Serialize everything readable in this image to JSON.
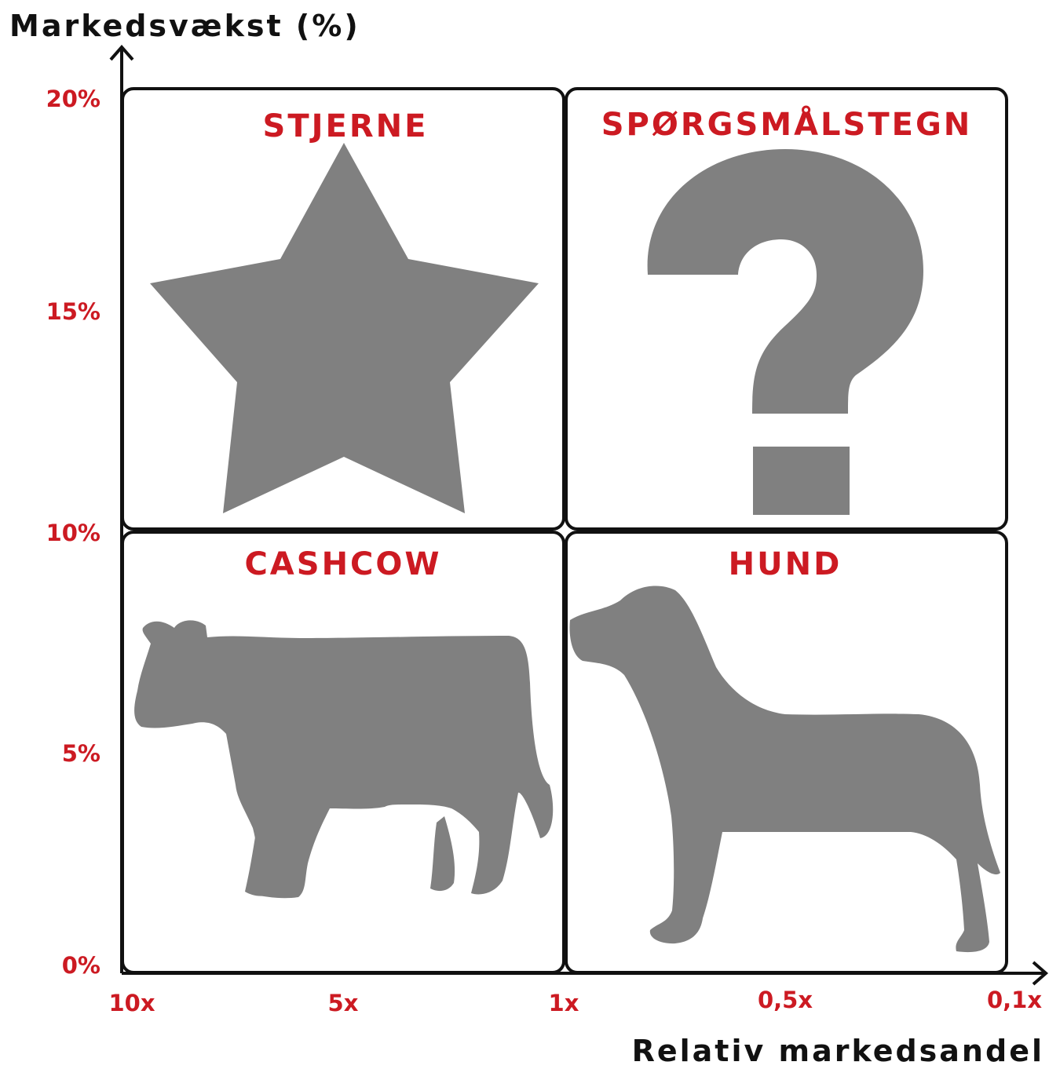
{
  "axes": {
    "y_title": "Markedsvækst (%)",
    "x_title": "Relativ markedsandel",
    "y_ticks": [
      "20%",
      "15%",
      "10%",
      "5%",
      "0%"
    ],
    "x_ticks": [
      "10x",
      "5x",
      "1x",
      "0,5x",
      "0,1x"
    ]
  },
  "quadrants": {
    "top_left": {
      "label": "STJERNE",
      "icon": "star-icon"
    },
    "top_right": {
      "label": "SPØRGSMÅLSTEGN",
      "icon": "question-mark-icon"
    },
    "bottom_left": {
      "label": "CASHCOW",
      "icon": "cow-icon"
    },
    "bottom_right": {
      "label": "HUND",
      "icon": "dog-icon"
    }
  },
  "colors": {
    "labels": "#cc1a22",
    "icons": "#808080",
    "axis": "#111111"
  }
}
